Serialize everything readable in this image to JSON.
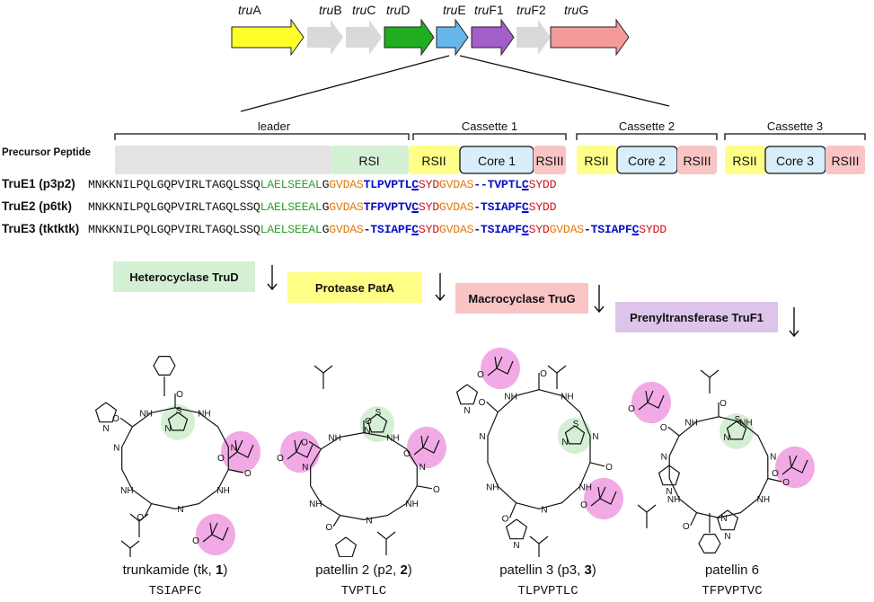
{
  "gene_cluster": {
    "genes": [
      {
        "prefix": "tru",
        "suffix": "A",
        "color": "#ffff2a"
      },
      {
        "prefix": "tru",
        "suffix": "B",
        "color": "#d9d9d9"
      },
      {
        "prefix": "tru",
        "suffix": "C",
        "color": "#d9d9d9"
      },
      {
        "prefix": "tru",
        "suffix": "D",
        "color": "#1fae1f"
      },
      {
        "prefix": "tru",
        "suffix": "E",
        "color": "#66b8ea"
      },
      {
        "prefix": "tru",
        "suffix": "F1",
        "color": "#a35ec9"
      },
      {
        "prefix": "tru",
        "suffix": "F2",
        "color": "#d9d9d9"
      },
      {
        "prefix": "tru",
        "suffix": "G",
        "color": "#f59a9a"
      }
    ]
  },
  "precursor": {
    "label": "Precursor Peptide",
    "leader_label": "leader",
    "cassettes": [
      "Cassette 1",
      "Cassette 2",
      "Cassette 3"
    ],
    "segments": {
      "rs1": "RSI",
      "rs2": "RSII",
      "rs3": "RSIII",
      "cores": [
        "Core 1",
        "Core 2",
        "Core 3"
      ]
    },
    "colors": {
      "leader": "#e4e4e4",
      "rs1": "#d4f0d4",
      "rs2": "#ffff88",
      "core": "#d8eefa",
      "rs3": "#f9c4c4"
    }
  },
  "sequences": [
    {
      "label": "TruE1 (p3p2)",
      "parts": [
        {
          "t": "MNKKNILPQLGQPVIRLTAGQLSSQ",
          "c": "lead"
        },
        {
          "t": "LAELSEEAL",
          "c": "rs1"
        },
        {
          "t": "G",
          "c": "lead"
        },
        {
          "t": "GVDAS",
          "c": "rs2"
        },
        {
          "t": "TLPVPTL",
          "c": "core"
        },
        {
          "t": "C",
          "c": "core u"
        },
        {
          "t": "SYD",
          "c": "rs3"
        },
        {
          "t": "GVDAS",
          "c": "rs2"
        },
        {
          "t": "--TVPTL",
          "c": "core"
        },
        {
          "t": "C",
          "c": "core u"
        },
        {
          "t": "SYDD",
          "c": "rs3"
        }
      ]
    },
    {
      "label": "TruE2 (p6tk)",
      "parts": [
        {
          "t": "MNKKNILPQLGQPVIRLTAGQLSSQ",
          "c": "lead"
        },
        {
          "t": "LAELSEEAL",
          "c": "rs1"
        },
        {
          "t": "G",
          "c": "lead"
        },
        {
          "t": "GVDAS",
          "c": "rs2"
        },
        {
          "t": "TFPVPTV",
          "c": "core"
        },
        {
          "t": "C",
          "c": "core u"
        },
        {
          "t": "SYD",
          "c": "rs3"
        },
        {
          "t": "GVDAS",
          "c": "rs2"
        },
        {
          "t": "-TSIAPF",
          "c": "core"
        },
        {
          "t": "C",
          "c": "core u"
        },
        {
          "t": "SYDD",
          "c": "rs3"
        }
      ]
    },
    {
      "label": "TruE3 (tktktk)",
      "parts": [
        {
          "t": "MNKKNILPQLGQPVIRLTAGQLSSQ",
          "c": "lead"
        },
        {
          "t": "LAELSEEAL",
          "c": "rs1"
        },
        {
          "t": "G",
          "c": "lead"
        },
        {
          "t": "GVDAS",
          "c": "rs2"
        },
        {
          "t": "-TSIAPF",
          "c": "core"
        },
        {
          "t": "C",
          "c": "core u"
        },
        {
          "t": "SYD",
          "c": "rs3"
        },
        {
          "t": "GVDAS",
          "c": "rs2"
        },
        {
          "t": "-TSIAPF",
          "c": "core"
        },
        {
          "t": "C",
          "c": "core u"
        },
        {
          "t": "SYD",
          "c": "rs3"
        },
        {
          "t": "GVDAS",
          "c": "rs2"
        },
        {
          "t": "-TSIAPF",
          "c": "core"
        },
        {
          "t": "C",
          "c": "core u"
        },
        {
          "t": "SYDD",
          "c": "rs3"
        }
      ]
    }
  ],
  "enzymes": [
    {
      "label": "Heterocyclase TruD",
      "color": "#d4f0d4"
    },
    {
      "label": "Protease PatA",
      "color": "#ffff88"
    },
    {
      "label": "Macrocyclase TruG",
      "color": "#f9c4c4"
    },
    {
      "label": "Prenyltransferase TruF1",
      "color": "#dcc4ea"
    }
  ],
  "products": [
    {
      "name": "trunkamide (tk, ",
      "num": "1",
      "close": ")",
      "seq": "TSIAPFC"
    },
    {
      "name": "patellin 2 (p2, ",
      "num": "2",
      "close": ")",
      "seq": "TVPTLC"
    },
    {
      "name": "patellin 3 (p3, ",
      "num": "3",
      "close": ")",
      "seq": "TLPVPTLC"
    },
    {
      "name": "patellin 6",
      "num": "",
      "close": "",
      "seq": "TFPVPTVC"
    }
  ],
  "structure_atoms": {
    "sulfur": "S",
    "nitrogen": "N",
    "oxygen": "O",
    "amide_nh": "NH",
    "hn": "HN"
  },
  "highlight_colors": {
    "prenyl": "#ee9be0",
    "thiazoline": "#cdeccd"
  }
}
